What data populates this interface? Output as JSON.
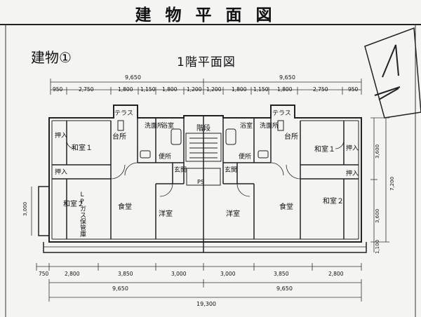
{
  "title": "建物平面図",
  "building_label": "建物①",
  "floor_label": "1階平面図",
  "north_mark": "N",
  "top_dims": {
    "overall_left": "9,650",
    "overall_right": "9,650",
    "segments": [
      "950",
      "2,750",
      "1,800",
      "1,150",
      "1,800",
      "1,200",
      "1,200",
      "1,800",
      "1,150",
      "1,800",
      "2,750",
      "950"
    ]
  },
  "bottom_dims": {
    "segments": [
      "750",
      "2,800",
      "3,850",
      "3,000",
      "3,000",
      "3,850",
      "2,800"
    ],
    "halves": [
      "9,650",
      "9,650"
    ],
    "total": "19,300"
  },
  "right_dims": {
    "upper": "3,600",
    "lower": "3,600",
    "total": "7,200",
    "bottom": "1,100"
  },
  "left_dims": {
    "storage": "3,000"
  },
  "rooms": {
    "terrace": "テラス",
    "kitchen": "台所",
    "washroom": "洗面所",
    "bath": "浴室",
    "toilet": "便所",
    "entrance": "玄関",
    "stairs": "階段",
    "closet": "押入",
    "japanese1": "和室１",
    "japanese2": "和室２",
    "dining": "食堂",
    "western": "洋室",
    "lp_storage": "LPガス保管庫",
    "ps": "PS"
  }
}
